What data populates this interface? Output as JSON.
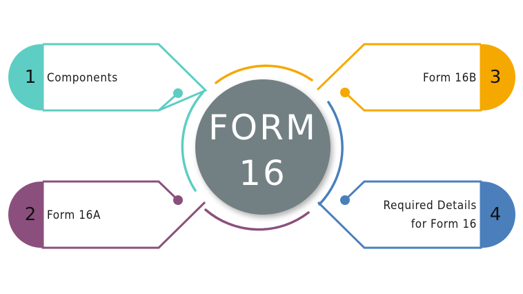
{
  "center": {
    "line1": "FORM",
    "line2": "16",
    "fill_color": "#728083"
  },
  "items": [
    {
      "number": "1",
      "label": "Components",
      "color": "#5ecdc3",
      "position": "top-left"
    },
    {
      "number": "2",
      "label": "Form 16A",
      "color": "#8b4f7d",
      "position": "bottom-left"
    },
    {
      "number": "3",
      "label": "Form 16B",
      "color": "#f5a800",
      "position": "top-right"
    },
    {
      "number": "4",
      "label_line1": "Required Details",
      "label_line2": "for Form 16",
      "color": "#4a7fbc",
      "position": "bottom-right"
    }
  ]
}
